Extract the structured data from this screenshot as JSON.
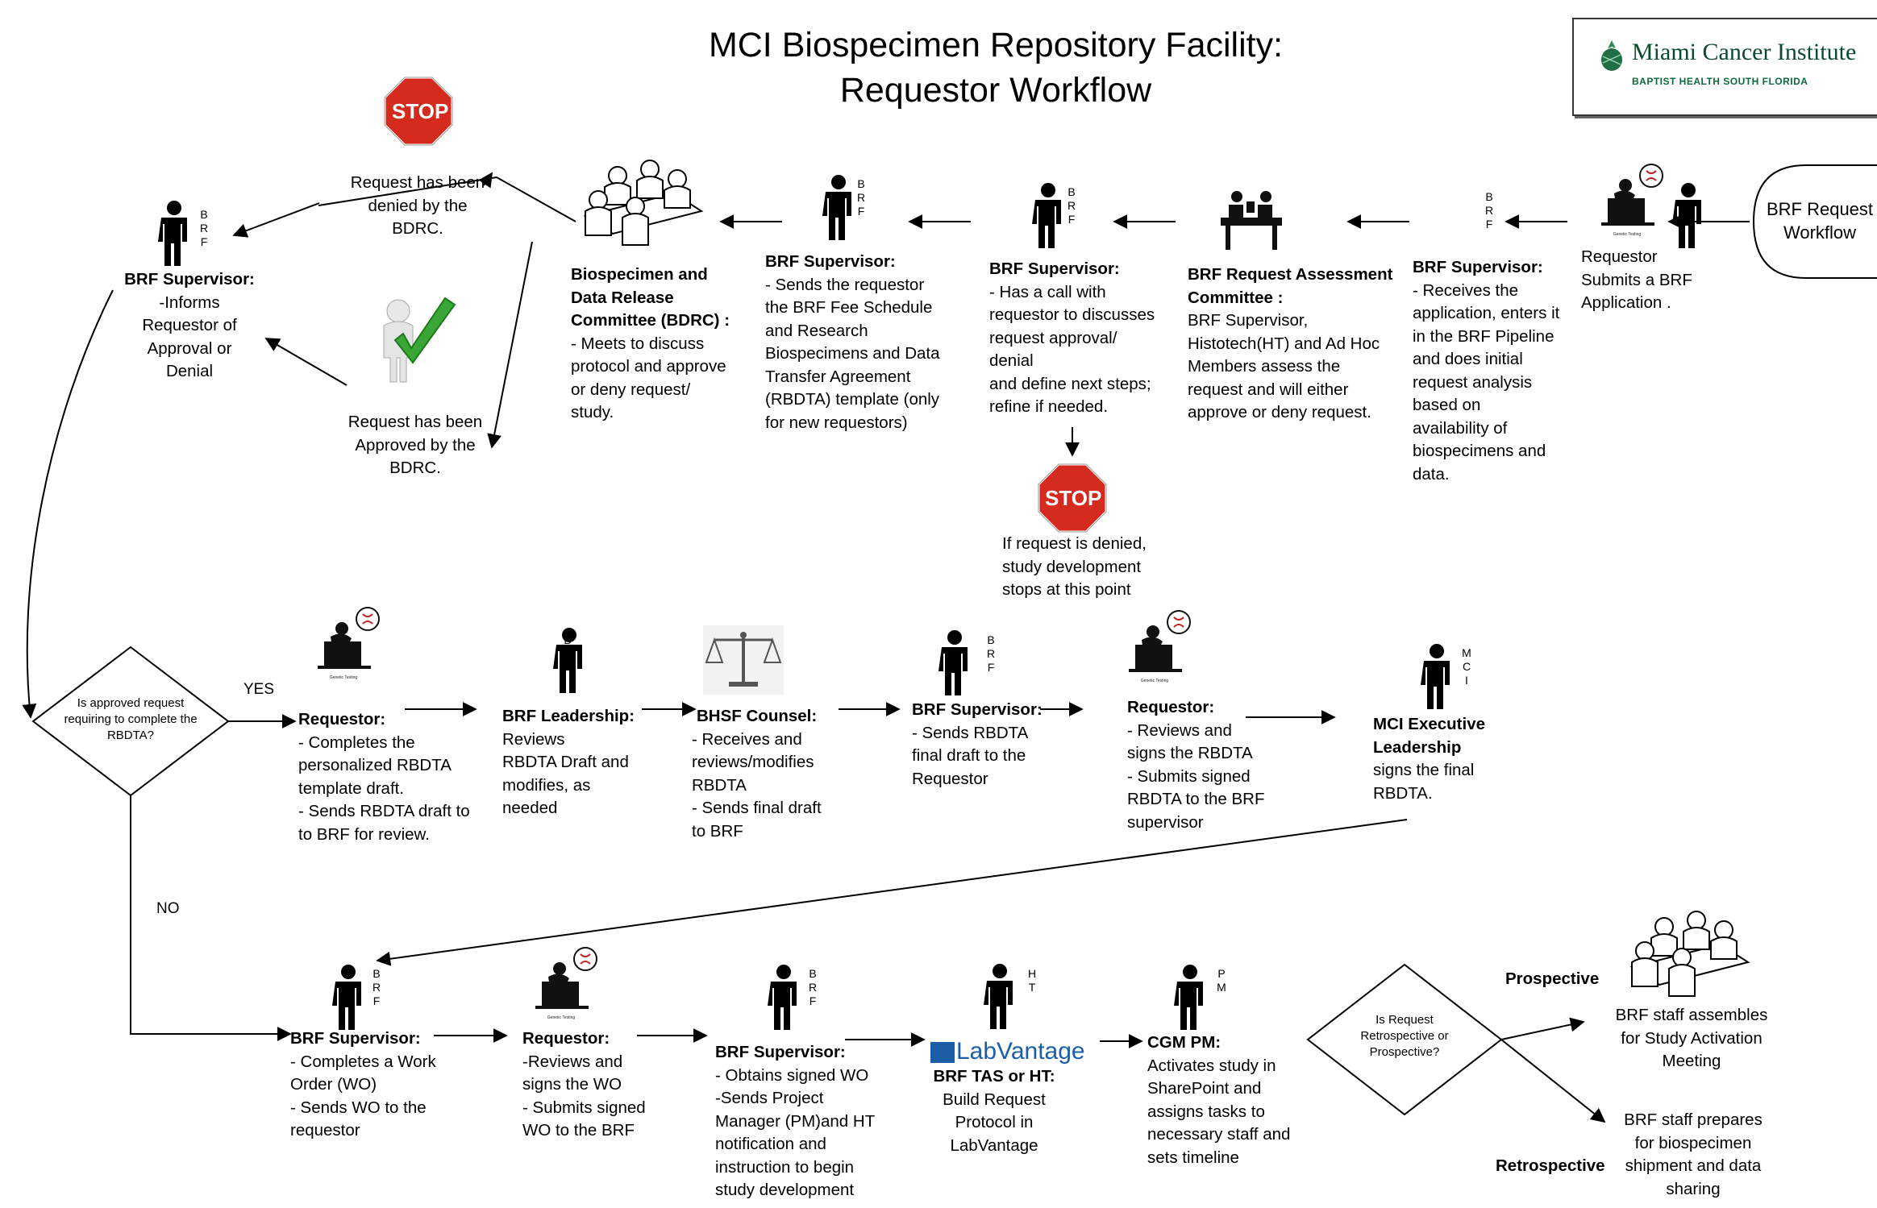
{
  "title": {
    "line1": "MCI Biospecimen Repository Facility:",
    "line2": "Requestor Workflow"
  },
  "logo": {
    "name": "Miami Cancer Institute",
    "tagline": "BAPTIST HEALTH SOUTH FLORIDA"
  },
  "start": {
    "line1": "BRF Request",
    "line2": "Workflow"
  },
  "person_tags": {
    "brf": [
      "B",
      "R",
      "F"
    ],
    "mci": [
      "M",
      "C",
      "I"
    ],
    "ht": [
      "H",
      "T"
    ],
    "pm": [
      "P",
      "M"
    ]
  },
  "stop_label": "STOP",
  "row1": {
    "requestor": {
      "l1": "Requestor",
      "l2": "Submits a BRF",
      "l3": "Application ."
    },
    "brf_sup_1": {
      "head": "BRF Supervisor:",
      "lines": [
        "- Receives the",
        "application, enters it",
        "in the BRF Pipeline",
        "and does initial",
        "request analysis",
        "based on",
        " availability of",
        "biospecimens and",
        "data."
      ]
    },
    "committee": {
      "head1": "BRF Request Assessment",
      "head2": "Committee :",
      "lines": [
        "BRF Supervisor,",
        "Histotech(HT) and Ad Hoc",
        "Members assess the",
        "request and will either",
        "approve or deny request."
      ]
    },
    "brf_sup_2": {
      "head": "BRF Supervisor:",
      "lines": [
        "- Has a call with",
        "requestor to discusses",
        "request approval/",
        "denial",
        "and define next steps;",
        "refine if needed."
      ]
    },
    "stop_note": {
      "lines": [
        "If request is denied,",
        "study development",
        "stops at this point"
      ]
    },
    "brf_sup_3": {
      "head": "BRF Supervisor:",
      "lines": [
        "- Sends the requestor",
        "the BRF Fee Schedule",
        "and Research",
        "Biospecimens and Data",
        "Transfer Agreement",
        "(RBDTA) template (only",
        "for new requestors)"
      ]
    },
    "bdrc": {
      "head1": "Biospecimen and",
      "head2": "Data Release",
      "head3": "Committee (BDRC) :",
      "lines": [
        "- Meets to discuss",
        "protocol and approve",
        "or deny request/",
        "study."
      ]
    },
    "denied": {
      "lines": [
        "Request has been",
        "denied by the",
        "BDRC."
      ]
    },
    "approved": {
      "lines": [
        "Request has been",
        "Approved by the",
        "BDRC."
      ]
    },
    "informs": {
      "head": "BRF Supervisor:",
      "lines": [
        "-Informs",
        "Requestor of",
        "Approval or",
        "Denial"
      ]
    }
  },
  "decision1": {
    "lines": [
      "Is approved request",
      "requiring to complete the",
      "RBDTA?"
    ],
    "yes": "YES",
    "no": "NO"
  },
  "row2": {
    "requestor": {
      "head": "Requestor:",
      "lines": [
        "- Completes the",
        "personalized RBDTA",
        "template draft.",
        "- Sends RBDTA draft to",
        "to BRF for review."
      ]
    },
    "leadership": {
      "head": "BRF Leadership:",
      "lines": [
        "Reviews",
        " RBDTA Draft and",
        "modifies, as",
        "needed"
      ]
    },
    "counsel": {
      "head": "BHSF Counsel:",
      "lines": [
        "- Receives and",
        "reviews/modifies",
        "RBDTA",
        "- Sends final draft",
        "to BRF"
      ]
    },
    "brf_sup": {
      "head": "BRF Supervisor:",
      "lines": [
        "- Sends RBDTA",
        "final draft to the",
        "Requestor"
      ]
    },
    "requestor2": {
      "head": "Requestor:",
      "lines": [
        "- Reviews and",
        "signs the RBDTA",
        " - Submits signed",
        "RBDTA to the BRF",
        "supervisor"
      ]
    },
    "mci": {
      "head1": "MCI Executive",
      "head2": "Leadership",
      "lines": [
        "signs the final",
        "RBDTA."
      ]
    }
  },
  "row3": {
    "brf_sup_wo": {
      "head": "BRF Supervisor:",
      "lines": [
        "- Completes a Work",
        "Order (WO)",
        "- Sends WO  to the",
        "requestor"
      ]
    },
    "requestor_wo": {
      "head": "Requestor:",
      "lines": [
        "-Reviews and",
        "signs the WO",
        "- Submits signed",
        "WO to the BRF"
      ]
    },
    "brf_sup_pm": {
      "head": "BRF Supervisor:",
      "lines": [
        "- Obtains signed WO",
        "-Sends Project",
        "Manager (PM)and HT",
        "notification and",
        "instruction  to begin",
        "study development"
      ]
    },
    "labvantage": {
      "logo": "LabVantage",
      "head": "BRF TAS or HT:",
      "lines": [
        "Build  Request",
        "Protocol  in",
        "LabVantage"
      ]
    },
    "cgm": {
      "head": "CGM PM:",
      "lines": [
        "Activates study in",
        "SharePoint and",
        "assigns tasks to",
        "necessary staff and",
        "sets timeline"
      ]
    },
    "decision2": {
      "lines": [
        "Is Request",
        "Retrospective or",
        "Prospective?"
      ]
    },
    "prospective": {
      "label": "Prospective",
      "lines": [
        "BRF staff assembles",
        "for Study Activation",
        "Meeting"
      ]
    },
    "retrospective": {
      "label": "Retrospective",
      "lines": [
        "BRF staff prepares",
        "for biospecimen",
        "shipment and data",
        "sharing"
      ]
    }
  }
}
